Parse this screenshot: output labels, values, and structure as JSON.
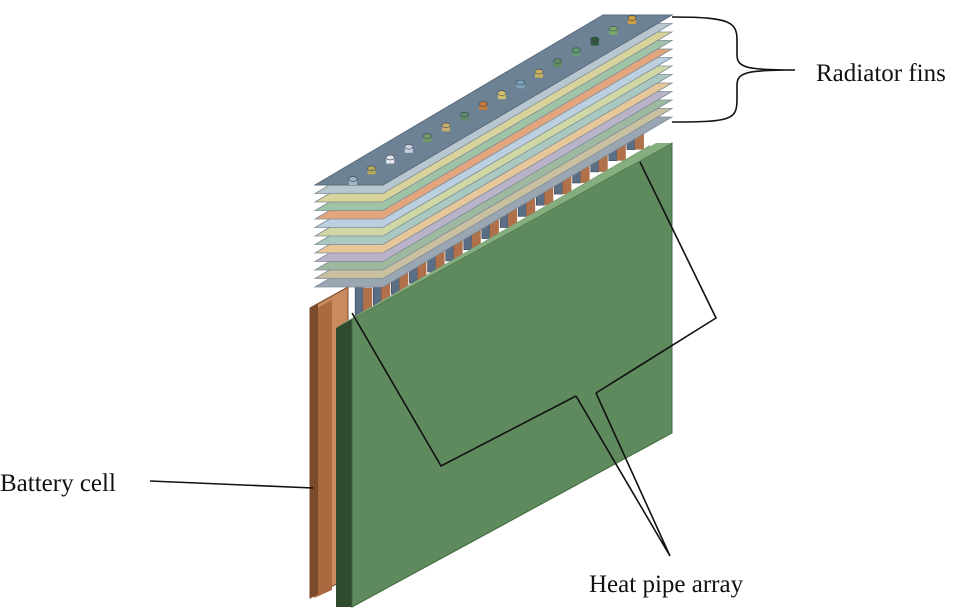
{
  "labels": {
    "radiator_fins": "Radiator fins",
    "battery_cell": "Battery cell",
    "heat_pipe_array": "Heat pipe array"
  },
  "components": {
    "fin_count": 12,
    "heat_pipe_count": 16
  },
  "colors": {
    "battery_face": "#5f8a5d",
    "battery_side": "#2f4a2c",
    "battery_top": "#7aa276",
    "copper_plate": "#c88a5e",
    "copper_edge": "#7a4a2a",
    "fin_top_plate": "#6e8295",
    "fin_palette": [
      "#b8c7cf",
      "#d7d39a",
      "#9fc3a6",
      "#e3a57e",
      "#bccfe0",
      "#cfd8a5",
      "#a8c8c0",
      "#e7c79a",
      "#b9b3c9",
      "#9fb8a0",
      "#c8c0a0",
      "#9aa6b2"
    ],
    "pipe_cap_palette": [
      "#9fb6c8",
      "#b8a95a",
      "#e8e8f0",
      "#c8d0e0",
      "#6f9a6a",
      "#c8b070",
      "#5e8a6a",
      "#c57a3a",
      "#cfc070",
      "#7aa0b8",
      "#c8b060",
      "#5f8a60",
      "#5f9a70",
      "#2f5a3a",
      "#7aa86a",
      "#d0a040"
    ],
    "leader_line": "#111111"
  }
}
